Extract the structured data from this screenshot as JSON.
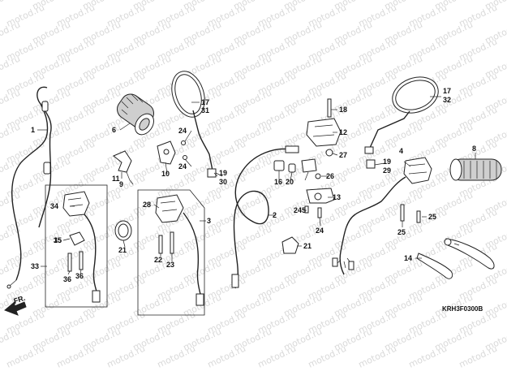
{
  "diagram": {
    "watermark_text": "motod.ru",
    "diagram_code": "KRH3F0300B",
    "direction_label": "FR.",
    "callouts": [
      {
        "id": "c1",
        "text": "1"
      },
      {
        "id": "c2",
        "text": "2"
      },
      {
        "id": "c3",
        "text": "3"
      },
      {
        "id": "c4",
        "text": "4"
      },
      {
        "id": "c5",
        "text": "5"
      },
      {
        "id": "c6",
        "text": "6"
      },
      {
        "id": "c8",
        "text": "8"
      },
      {
        "id": "c9",
        "text": "9"
      },
      {
        "id": "c10",
        "text": "10"
      },
      {
        "id": "c11",
        "text": "11"
      },
      {
        "id": "c12",
        "text": "12"
      },
      {
        "id": "c13",
        "text": "13"
      },
      {
        "id": "c14",
        "text": "14"
      },
      {
        "id": "c15",
        "text": "15"
      },
      {
        "id": "c16",
        "text": "16"
      },
      {
        "id": "c17a",
        "text": "17"
      },
      {
        "id": "c31",
        "text": "31"
      },
      {
        "id": "c17b",
        "text": "17"
      },
      {
        "id": "c32",
        "text": "32"
      },
      {
        "id": "c18",
        "text": "18"
      },
      {
        "id": "c19a",
        "text": "19"
      },
      {
        "id": "c30",
        "text": "30"
      },
      {
        "id": "c19b",
        "text": "19"
      },
      {
        "id": "c29",
        "text": "29"
      },
      {
        "id": "c20",
        "text": "20"
      },
      {
        "id": "c21a",
        "text": "21"
      },
      {
        "id": "c21b",
        "text": "21"
      },
      {
        "id": "c22",
        "text": "22"
      },
      {
        "id": "c23",
        "text": "23"
      },
      {
        "id": "c24a",
        "text": "24"
      },
      {
        "id": "c24b",
        "text": "24"
      },
      {
        "id": "c24c",
        "text": "24"
      },
      {
        "id": "c24d",
        "text": "24"
      },
      {
        "id": "c25a",
        "text": "25"
      },
      {
        "id": "c25b",
        "text": "25"
      },
      {
        "id": "c26",
        "text": "26"
      },
      {
        "id": "c27",
        "text": "27"
      },
      {
        "id": "c28",
        "text": "28"
      },
      {
        "id": "c33",
        "text": "33"
      },
      {
        "id": "c34",
        "text": "34"
      },
      {
        "id": "c35",
        "text": "35"
      },
      {
        "id": "c36a",
        "text": "36"
      },
      {
        "id": "c36b",
        "text": "36"
      }
    ]
  }
}
